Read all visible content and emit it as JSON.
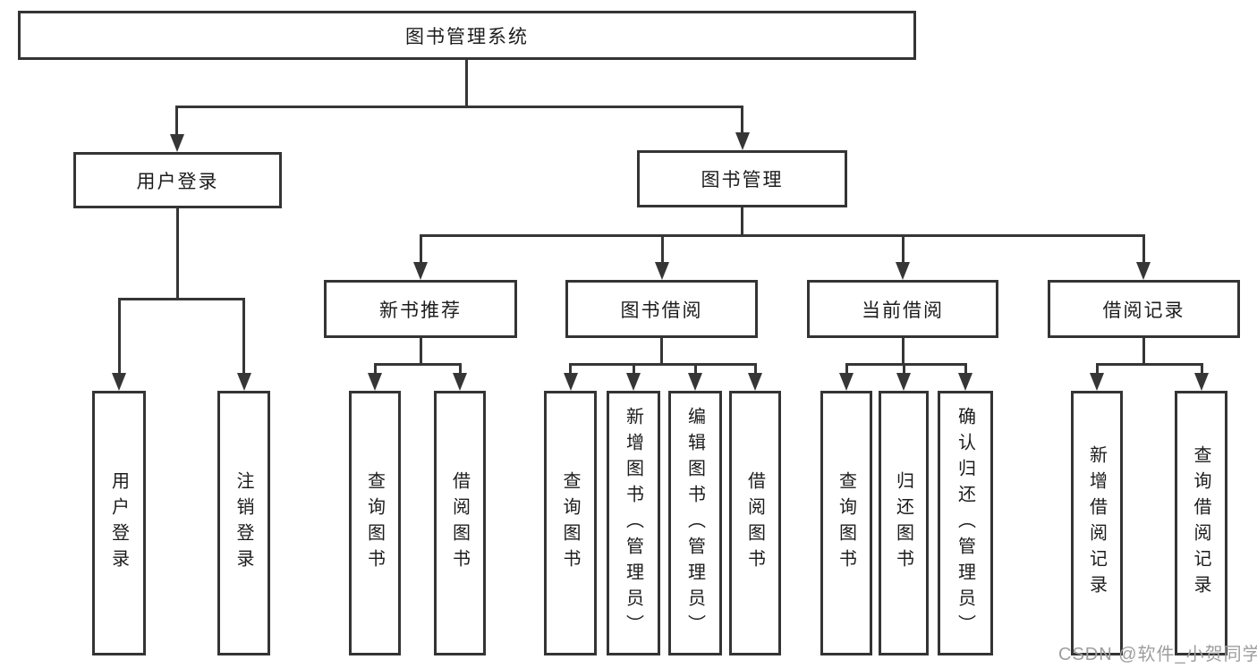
{
  "diagram_title": "图书管理系统",
  "tree": {
    "label": "图书管理系统",
    "children": [
      {
        "label": "用户登录",
        "children": [
          {
            "label": "用户登录"
          },
          {
            "label": "注销登录"
          }
        ]
      },
      {
        "label": "图书管理",
        "children": [
          {
            "label": "新书推荐",
            "children": [
              {
                "label": "查询图书"
              },
              {
                "label": "借阅图书"
              }
            ]
          },
          {
            "label": "图书借阅",
            "children": [
              {
                "label": "查询图书"
              },
              {
                "label": "新增图书（管理员）"
              },
              {
                "label": "编辑图书（管理员）"
              },
              {
                "label": "借阅图书"
              }
            ]
          },
          {
            "label": "当前借阅",
            "children": [
              {
                "label": "查询图书"
              },
              {
                "label": "归还图书"
              },
              {
                "label": "确认归还（管理员）"
              }
            ]
          },
          {
            "label": "借阅记录",
            "children": [
              {
                "label": "新增借阅记录"
              },
              {
                "label": "查询借阅记录"
              }
            ]
          }
        ]
      }
    ]
  },
  "watermark": {
    "text": "CSDN @软件_小贺同学"
  },
  "colors": {
    "background": "#ffffff",
    "line": "#363636",
    "box_border": "#343434",
    "text": "#1c1c1c",
    "watermark": "#9e9e9e"
  }
}
